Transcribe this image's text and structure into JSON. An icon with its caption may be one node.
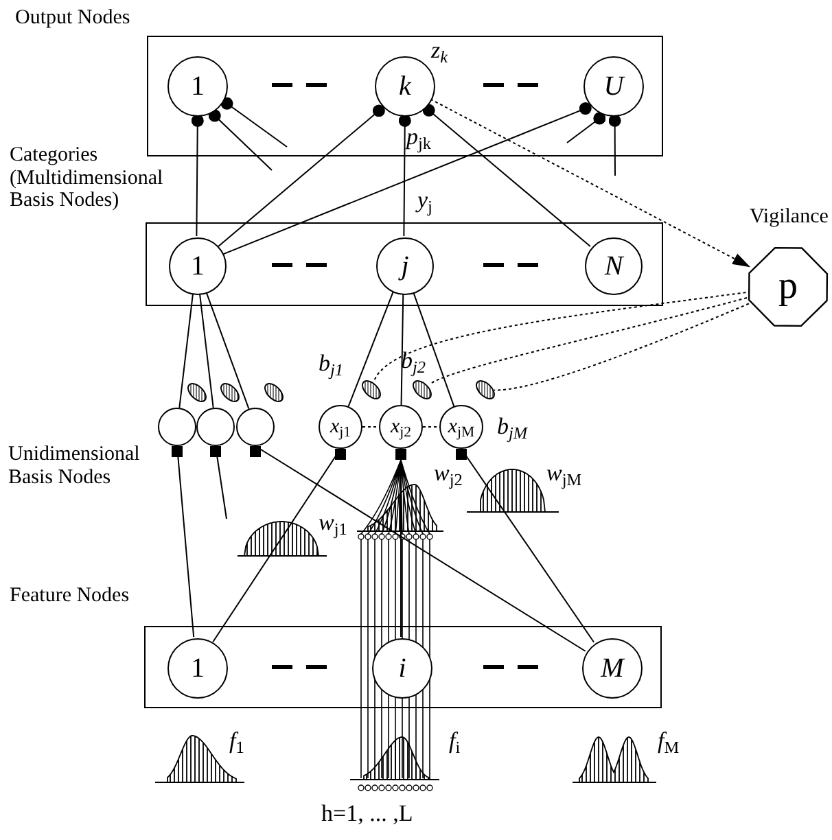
{
  "diagram": {
    "nodes": [
      {
        "text": [
          "Output Nodes"
        ]
      },
      {
        "text": [
          "1"
        ],
        "in": 0
      },
      {
        "text": [
          "*k*"
        ],
        "in": 0,
        "beside": [
          "z$_{k}$"
        ]
      },
      {
        "text": [
          "*U*"
        ],
        "in": 0
      },
      {
        "text": [
          "Categories (Multidimensional Basis Nodes)"
        ]
      },
      {
        "text": [
          "1"
        ],
        "in": 4
      },
      {
        "text": [
          "*j*"
        ],
        "in": 4
      },
      {
        "text": [
          "*N*"
        ],
        "in": 4
      },
      {
        "text": [
          "Vigilance",
          "p"
        ]
      },
      {
        "text": [],
        "shape": "ellipse"
      },
      {
        "text": [],
        "shape": "ellipse"
      },
      {
        "text": [],
        "shape": "ellipse"
      },
      {
        "text": [],
        "shape": "ellipse",
        "beside": [
          "b$_{j1}$"
        ]
      },
      {
        "text": [],
        "shape": "ellipse",
        "beside": [
          "b$_{j2}$"
        ]
      },
      {
        "text": [],
        "shape": "ellipse",
        "beside": [
          "b$_{jM}$"
        ]
      },
      {
        "text": [],
        "shape": "circle"
      },
      {
        "text": [],
        "shape": "circle"
      },
      {
        "text": [],
        "shape": "circle"
      },
      {
        "text": [
          "*x*$_{j1}$"
        ]
      },
      {
        "text": [
          "*x*$_{j2}$"
        ]
      },
      {
        "text": [
          "*x*$_{jM}$"
        ]
      },
      {
        "text": [
          "Feature Nodes"
        ]
      },
      {
        "text": [
          "1"
        ],
        "in": 21
      },
      {
        "text": [
          "*i*"
        ],
        "in": 21
      },
      {
        "text": [
          "*M*"
        ],
        "in": 21
      }
    ],
    "edges": [
      {
        "from": 5,
        "to": 1,
        "arrow": "other"
      },
      {
        "from": 5,
        "to": 2,
        "arrow": "other"
      },
      {
        "from": 5,
        "to": 3,
        "arrow": "other"
      },
      {
        "from": 6,
        "to": 2,
        "arrow": "other",
        "label": "*y*$_{j}$"
      },
      {
        "from": 7,
        "to": 2,
        "arrow": "other"
      },
      {
        "from": null,
        "to": 1,
        "arrow": "other"
      },
      {
        "from": null,
        "to": 1,
        "arrow": "other"
      },
      {
        "from": null,
        "to": 3,
        "arrow": "other"
      },
      {
        "from": null,
        "to": 3,
        "arrow": "other"
      },
      {
        "from": 2,
        "to": 8,
        "arrow": "to",
        "style": "dashed"
      },
      {
        "from": 8,
        "to": 12,
        "arrow": "none",
        "style": "dashed"
      },
      {
        "from": 8,
        "to": 13,
        "arrow": "none",
        "style": "dashed"
      },
      {
        "from": 8,
        "to": 14,
        "arrow": "none",
        "style": "dashed"
      },
      {
        "from": 18,
        "to": 19,
        "arrow": "none",
        "style": "dashed"
      },
      {
        "from": 19,
        "to": 20,
        "arrow": "none",
        "style": "dashed"
      },
      {
        "from": 5,
        "to": 15,
        "arrow": "none"
      },
      {
        "from": 5,
        "to": 16,
        "arrow": "none"
      },
      {
        "from": 5,
        "to": 17,
        "arrow": "none"
      },
      {
        "from": 6,
        "to": 18,
        "arrow": "none"
      },
      {
        "from": 6,
        "to": 19,
        "arrow": "none"
      },
      {
        "from": 6,
        "to": 20,
        "arrow": "none"
      },
      {
        "from": 15,
        "to": 22,
        "arrow": "other"
      },
      {
        "from": 16,
        "to": null,
        "arrow": "other"
      },
      {
        "from": 17,
        "to": 24,
        "arrow": "other"
      },
      {
        "from": 18,
        "to": 22,
        "arrow": "other"
      },
      {
        "from": 19,
        "to": 23,
        "arrow": "other"
      },
      {
        "from": 20,
        "to": 24,
        "arrow": "other"
      }
    ],
    "labels": [
      "*p*$_{jk}$",
      "Unidimensional Basis Nodes",
      "*w*$_{j2}$",
      "*w*$_{jM}$",
      "*w*$_{j1}$",
      "*f*$_{1}$",
      "*f*$_{i}$",
      "*f*$_{M}$",
      "h=1, ... ,L"
    ]
  }
}
